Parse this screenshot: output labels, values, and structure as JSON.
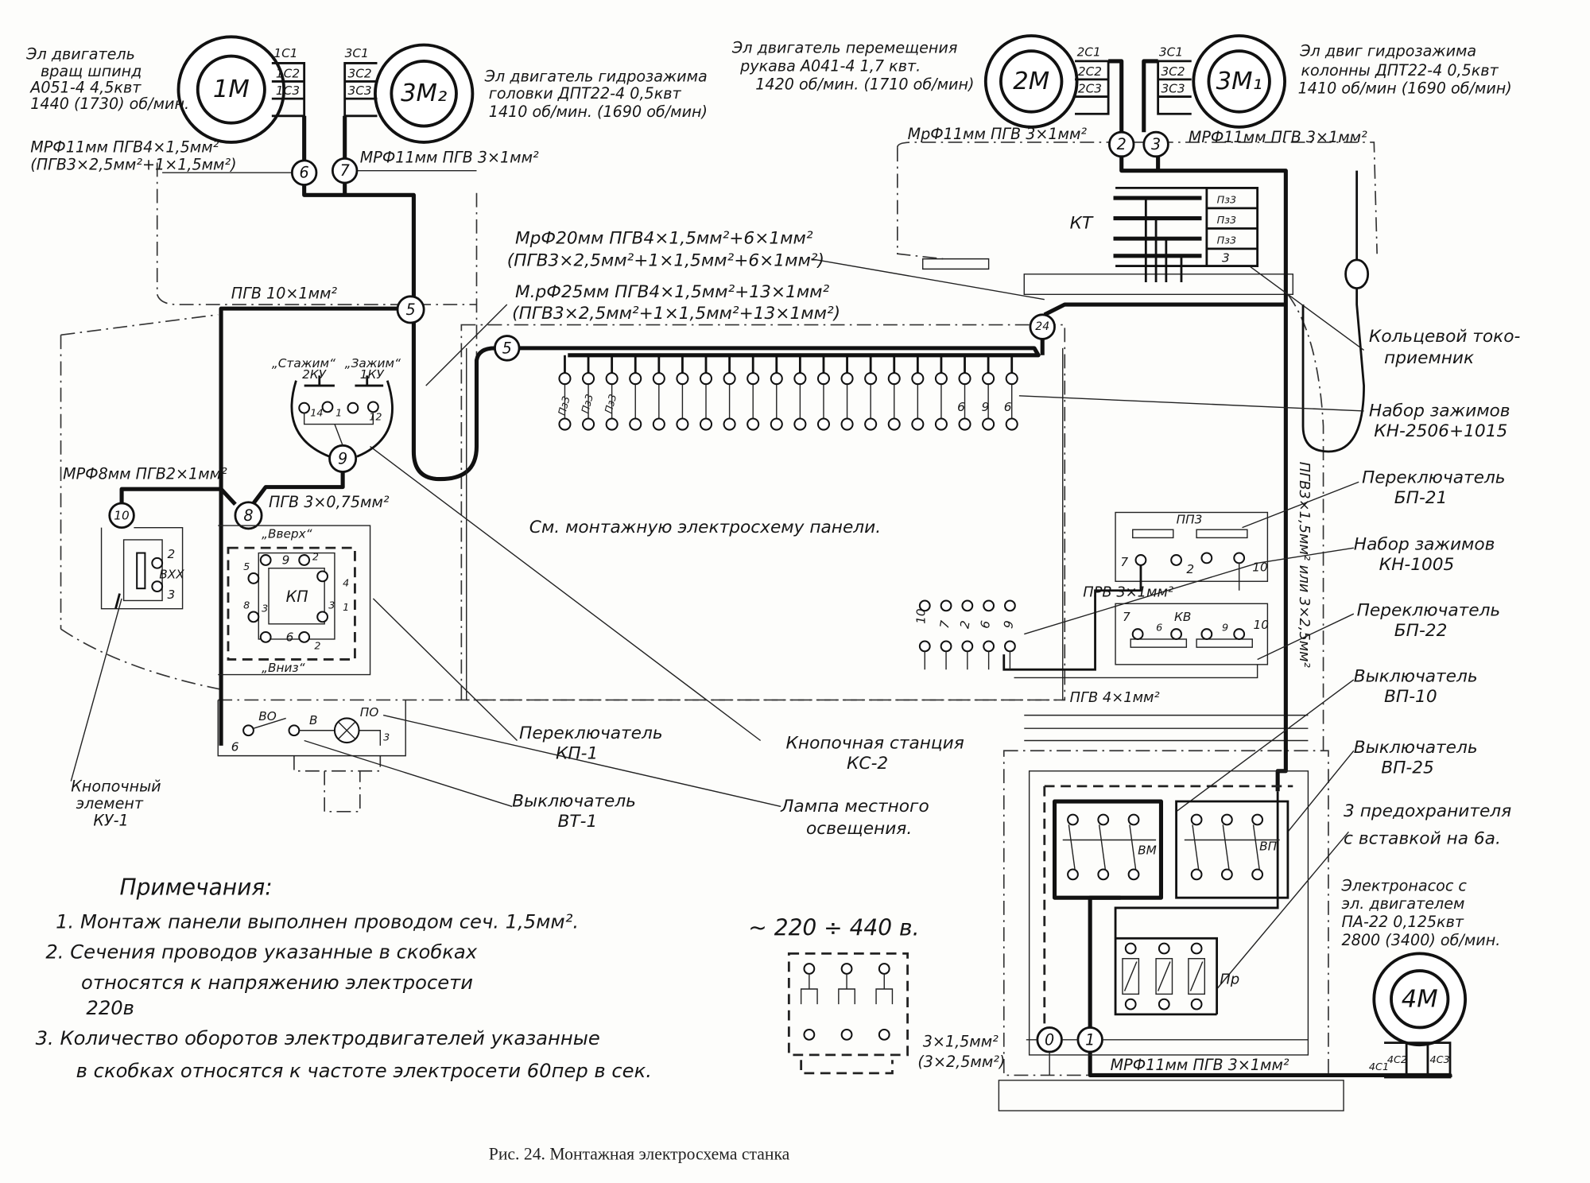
{
  "caption": "Рис. 24. Монтажная электросхема станка",
  "motors": {
    "m1": {
      "label": "1М",
      "terminals": [
        "1С1",
        "1С2",
        "1С3"
      ],
      "desc": [
        "Эл двигатель",
        "вращ шпинд",
        "А051-4 4,5квт",
        "1440 (1730) об/мин."
      ]
    },
    "m3_2": {
      "label": "3М₂",
      "terminals": [
        "3С1",
        "3С2",
        "3С3"
      ],
      "desc": [
        "Эл двигатель гидрозажима",
        "головки ДПТ22-4 0,5квт",
        "1410 об/мин. (1690 об/мин)"
      ]
    },
    "m2": {
      "label": "2М",
      "terminals": [
        "2С1",
        "2С2",
        "2С3"
      ],
      "desc": [
        "Эл двигатель перемещения",
        "рукава А041-4 1,7 квт.",
        "1420 об/мин. (1710 об/мин)"
      ]
    },
    "m3_1": {
      "label": "3М₁",
      "terminals": [
        "3С1",
        "3С2",
        "3С3"
      ],
      "desc": [
        "Эл двиг гидрозажима",
        "колонны ДПТ22-4 0,5квт",
        "1410 об/мин (1690 об/мин)"
      ]
    },
    "m4": {
      "label": "4М",
      "terminals": [
        "4С1",
        "4С2",
        "4С3"
      ],
      "desc": [
        "Электронасос с",
        "эл. двигателем",
        "ПА-22 0,125квт",
        "2800 (3400) об/мин."
      ]
    }
  },
  "nodes": {
    "n6": "6",
    "n7": "7",
    "n2": "2",
    "n3": "3",
    "n5a": "5",
    "n5b": "5",
    "n24": "24",
    "n9": "9",
    "n8": "8",
    "n10": "10",
    "n0": "0",
    "n1": "1"
  },
  "cables": {
    "c1a": "МРФ11мм ПГВ4×1,5мм²",
    "c1b": "(ПГВ3×2,5мм²+1×1,5мм²)",
    "c7": "МРФ11мм ПГВ 3×1мм²",
    "c2": "МрФ11мм ПГВ 3×1мм²",
    "c3": "МРФ11мм ПГВ 3×1мм²",
    "c20a": "МрФ20мм ПГВ4×1,5мм²+6×1мм²",
    "c20b": "(ПГВ3×2,5мм²+1×1,5мм²+6×1мм²)",
    "c25a": "М.рФ25мм ПГВ4×1,5мм²+13×1мм²",
    "c25b": "(ПГВ3×2,5мм²+1×1,5мм²+13×1мм²)",
    "c10": "ПГВ 10×1мм²",
    "c8": "МРФ8мм ПГВ2×1мм²",
    "c075": "ПГВ 3×0,75мм²",
    "cprv": "ПРВ 3×1мм²",
    "cpgv4": "ПГВ 4×1мм²",
    "cvert": "ПГВ3×1,5мм² или 3×2,5мм²",
    "c15a": "3×1,5мм²",
    "c15b": "(3×2,5мм²)",
    "cbottom": "МРФ11мм ПГВ 3×1мм²"
  },
  "components": {
    "kt": "КТ",
    "kt_rows": [
      "Пз3",
      "Пз3",
      "Пз3",
      "3"
    ],
    "ks_left": "„Стажим“",
    "ks_right": "„Зажим“",
    "ku2": "2КУ",
    "ku1": "1КУ",
    "ks_pins": [
      "14",
      "1",
      "12"
    ],
    "up": "„Вверх“",
    "down": "„Вниз“",
    "kp": "КП",
    "kp_pins": [
      "5",
      "9",
      "2",
      "4",
      "8",
      "3",
      "3",
      "1",
      "6",
      "2"
    ],
    "vxx": "ВХХ",
    "vxx_pins": [
      "2",
      "3"
    ],
    "vo": "ВО",
    "v": "В",
    "po": "ПО",
    "lamp_pins": [
      "6",
      "3"
    ],
    "pp3": "ПП3",
    "pp3_pins": [
      "7",
      "2",
      "10"
    ],
    "kv": "КВ",
    "kv_pins": [
      "7",
      "6",
      "9",
      "10"
    ],
    "kn_pins": [
      "10",
      "7",
      "2",
      "6",
      "9"
    ],
    "strip_tail": [
      "6",
      "9",
      "6"
    ],
    "strip_head": [
      "Пз3",
      "Пз3",
      "Пз3"
    ],
    "vm": "ВМ",
    "vp": "ВП",
    "fuses": "Пр",
    "panel_note": "См. монтажную электросхему панели.",
    "supply": "~ 220 ÷ 440 в."
  },
  "callouts": {
    "ring": [
      "Кольцевой токо-",
      "приемник"
    ],
    "kn2506": [
      "Набор зажимов",
      "КН-2506+1015"
    ],
    "bp21": [
      "Переключатель",
      "БП-21"
    ],
    "kn1005": [
      "Набор зажимов",
      "КН-1005"
    ],
    "bp22": [
      "Переключатель",
      "БП-22"
    ],
    "vp10": [
      "Выключатель",
      "ВП-10"
    ],
    "vp25": [
      "Выключатель",
      "ВП-25"
    ],
    "fuse": [
      "3 предохранителя",
      "с вставкой на 6а."
    ],
    "ku1": [
      "Кнопочный",
      "элемент",
      "КУ-1"
    ],
    "kp1": [
      "Переключатель",
      "КП-1"
    ],
    "ks2": [
      "Кнопочная станция",
      "КС-2"
    ],
    "vt1": [
      "Выключатель",
      "ВТ-1"
    ],
    "lamp": [
      "Лампа местного",
      "освещения."
    ]
  },
  "notes": {
    "title": "Примечания:",
    "lines": [
      "1. Монтаж панели выполнен проводом сеч. 1,5мм².",
      "2. Сечения проводов указанные в скобках",
      "относятся к напряжению электросети",
      "220в",
      "3. Количество оборотов электродвигателей указанные",
      "в скобках относятся к частоте электросети 60пер в сек."
    ]
  }
}
